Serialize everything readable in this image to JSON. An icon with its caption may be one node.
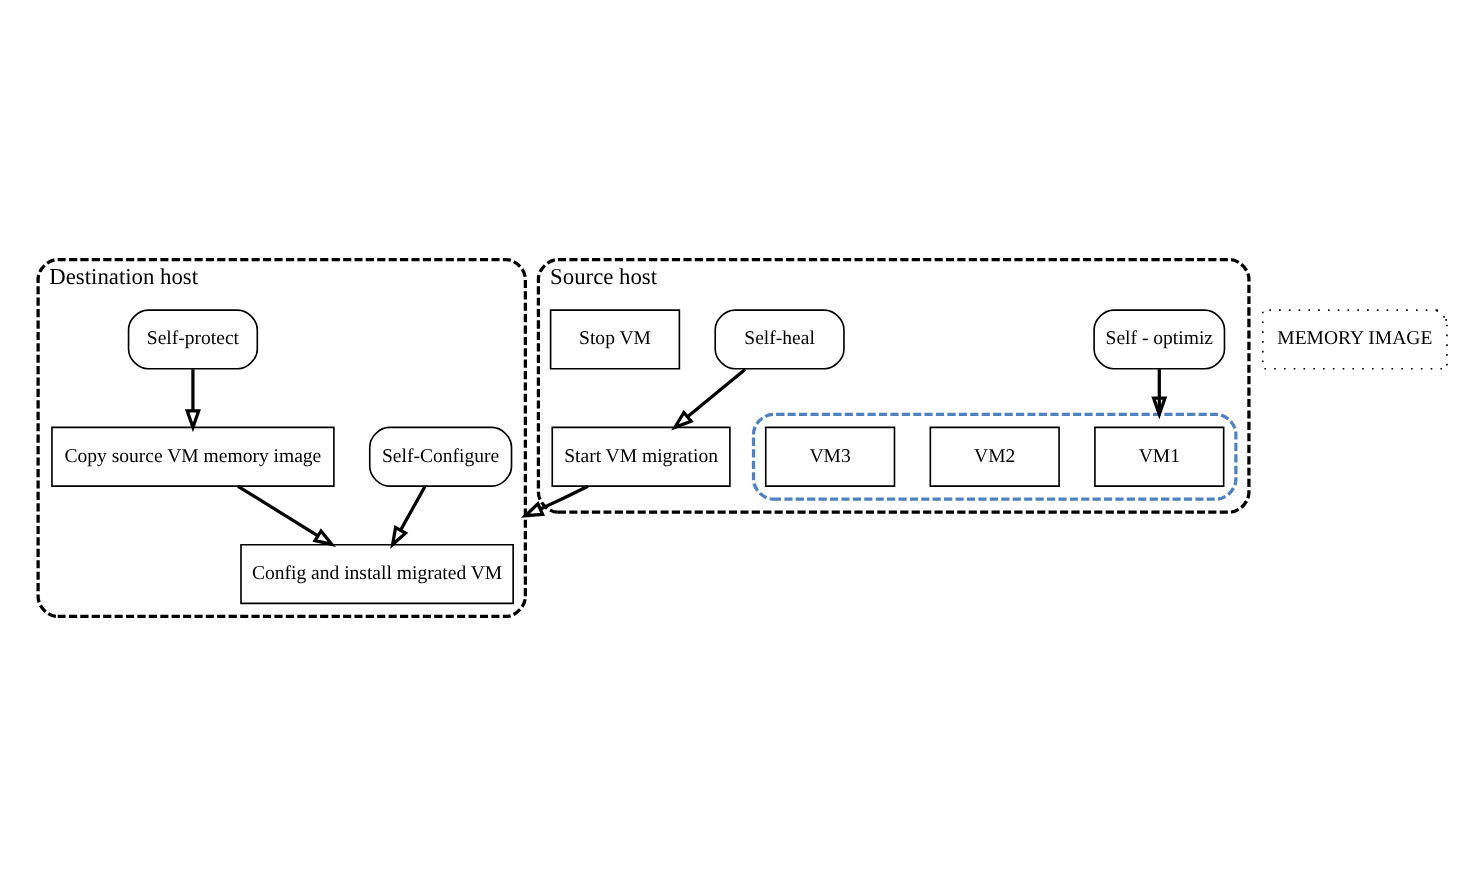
{
  "diagram": {
    "nodes": [
      {
        "text": [
          "Source host"
        ]
      },
      {
        "text": [],
        "shape": "box",
        "in": 0
      },
      {
        "text": [
          "VM1"
        ],
        "in": 1
      },
      {
        "text": [
          "VM2"
        ],
        "in": 1
      },
      {
        "text": [
          "VM3"
        ],
        "in": 1
      },
      {
        "text": [
          "Self - optimiz"
        ],
        "in": 0
      },
      {
        "text": [
          "Self-heal"
        ],
        "in": 0
      },
      {
        "text": [
          "Start VM migration"
        ],
        "in": 0
      },
      {
        "text": [
          "Stop VM"
        ],
        "in": 0
      },
      {
        "text": [
          "MEMORY IMAGE"
        ]
      },
      {
        "text": [
          "Destination host"
        ]
      },
      {
        "text": [
          "Config and install migrated VM"
        ],
        "in": 10
      },
      {
        "text": [
          "Self-Configure"
        ],
        "in": 10
      },
      {
        "text": [
          "Copy source VM memory image"
        ],
        "in": 10
      },
      {
        "text": [
          "Self-protect"
        ],
        "in": 10
      }
    ],
    "edges": [
      {
        "from": 5,
        "to": 1,
        "arrow": "to"
      },
      {
        "from": 6,
        "to": 7,
        "arrow": "to"
      },
      {
        "from": 7,
        "to": 10,
        "arrow": "to"
      },
      {
        "from": 13,
        "to": 11,
        "arrow": "to"
      },
      {
        "from": 12,
        "to": 11,
        "arrow": "to"
      },
      {
        "from": 14,
        "to": 13,
        "arrow": "to"
      }
    ]
  }
}
